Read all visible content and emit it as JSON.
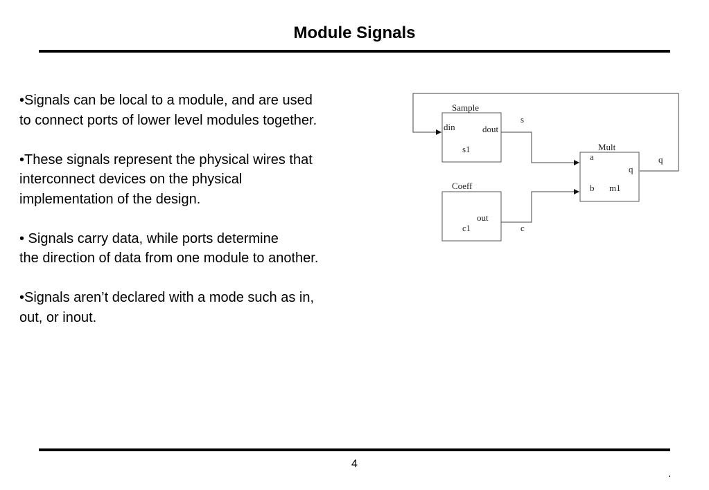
{
  "slide": {
    "title": "Module Signals",
    "page_number": "4",
    "footer_mark": "."
  },
  "bullets": [
    {
      "lines": [
        "•Signals can be local to a module, and are used",
        "to connect ports of lower level modules together."
      ]
    },
    {
      "lines": [
        "•These signals represent the physical wires that",
        "interconnect devices on the physical",
        "implementation of the design."
      ]
    },
    {
      "lines": [
        "• Signals carry data, while ports determine",
        "the direction of data from one module to another."
      ]
    },
    {
      "lines": [
        "•Signals aren’t declared with a mode such as in,",
        "out, or inout."
      ]
    }
  ],
  "diagram": {
    "sample": {
      "name": "Sample",
      "instance": "s1",
      "in_port": "din",
      "out_port": "dout"
    },
    "coeff": {
      "name": "Coeff",
      "instance": "c1",
      "out_port": "out"
    },
    "mult": {
      "name": "Mult",
      "instance": "m1",
      "in_a": "a",
      "in_b": "b",
      "out_port": "q"
    },
    "signals": {
      "s": "s",
      "c": "c",
      "q": "q"
    }
  }
}
